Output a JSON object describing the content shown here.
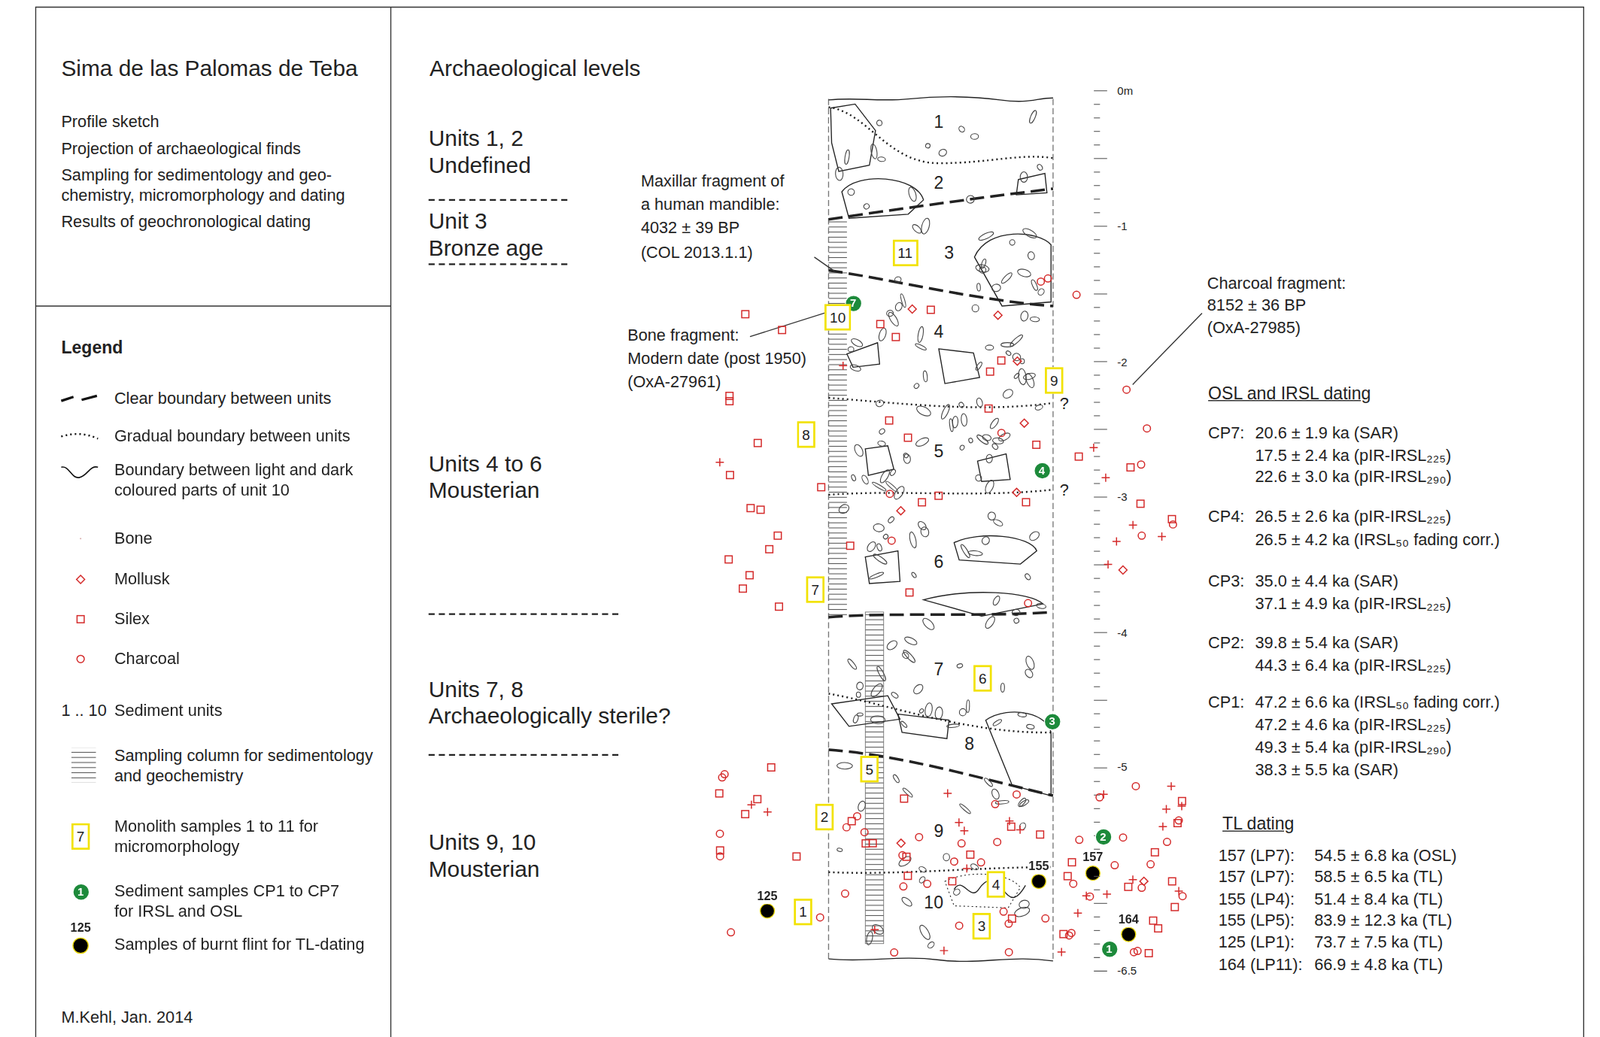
{
  "diagram": {
    "title": "Sima de las Palomas de Teba",
    "nodes": [
      {
        "text": [
          "11"
        ]
      },
      {
        "text": [
          "7"
        ]
      },
      {
        "text": [
          "10"
        ]
      },
      {
        "text": [
          "9"
        ]
      },
      {
        "text": [
          "8"
        ]
      },
      {
        "text": [
          "4"
        ]
      },
      {
        "text": [
          "7"
        ]
      },
      {
        "text": [
          "6"
        ]
      },
      {
        "text": [
          "3"
        ]
      },
      {
        "text": [
          "5"
        ]
      },
      {
        "text": [
          "2"
        ]
      },
      {
        "text": [
          "2"
        ]
      },
      {
        "text": [
          "4"
        ]
      },
      {
        "text": [
          "1"
        ]
      },
      {
        "text": [
          "3"
        ]
      },
      {
        "text": [
          "1"
        ]
      },
      {
        "text": [
          "7"
        ]
      },
      {
        "text": [
          "1"
        ]
      }
    ],
    "labels": [
      "Profile sketch",
      "Projection of archaeological finds",
      "Sampling for sedimentology and geo-",
      "chemistry, micromorphology and dating",
      "Results of geochronological dating",
      "Legend",
      "1 .. 10",
      "125",
      "M.Kehl, Jan. 2014",
      "Archaeological levels",
      "Units 1, 2",
      "Undefined",
      "Unit 3",
      "Bronze age",
      "Units 4 to 6",
      "Mousterian",
      "Units 7, 8",
      "Archaeologically sterile?",
      "Units 9, 10",
      "Mousterian",
      "Maxillar fragment of",
      "a human mandible:",
      "4032 ± 39 BP",
      "(COL 2013.1.1)",
      "Bone fragment:",
      "Modern date (post 1950)",
      "(OxA-27961)",
      "Charcoal fragment:",
      "8152 ± 36 BP",
      "(OxA-27985)",
      "1",
      "2",
      "3",
      "4",
      "5",
      "6",
      "7",
      "8",
      "9",
      "10",
      "?",
      "?",
      "0m",
      "-1",
      "-2",
      "-3",
      "-4",
      "-5",
      "-6.5",
      "125",
      "155",
      "157",
      "164",
      "OSL and IRSL dating",
      "CP7:",
      "20.6 ± 1.9 ka (SAR)",
      "17.5 ± 2.4 ka (pIR-IRSL₂₂₅)",
      "22.6 ± 3.0 ka (pIR-IRSL₂₉₀)",
      "CP4:",
      "26.5 ± 2.6 ka (pIR-IRSL₂₂₅)",
      "26.5 ± 4.2 ka (IRSL₅₀ fading corr.)",
      "CP3:",
      "35.0 ± 4.4 ka (SAR)",
      "37.1 ± 4.9 ka (pIR-IRSL₂₂₅)",
      "CP2:",
      "39.8 ± 5.4 ka (SAR)",
      "44.3 ± 6.4 ka (pIR-IRSL₂₂₅)",
      "CP1:",
      "47.2 ± 6.6 ka (IRSL₅₀ fading corr.)",
      "47.2 ± 4.6 ka (pIR-IRSL₂₂₅)",
      "49.3 ± 5.4 ka (pIR-IRSL₂₉₀)",
      "38.3 ± 5.5 ka (SAR)",
      "TL dating",
      "157 (LP7):",
      "54.5 ± 6.8 ka (OSL)",
      "157 (LP7):",
      "58.5 ± 6.5 ka (TL)",
      "155 (LP4):",
      "51.4 ± 8.4 ka (TL)",
      "155 (LP5):",
      "83.9 ± 12.3 ka (TL)",
      "125 (LP1):",
      "73.7 ± 7.5 ka (TL)",
      "164 (LP11):",
      "66.9 ± 4.8 ka (TL)"
    ],
    "legend": [
      {
        "text": "Clear boundary between units"
      },
      {
        "text": "Gradual boundary between units"
      },
      {
        "text": "Boundary between light and dark coloured parts of unit 10"
      },
      {
        "text": "Bone"
      },
      {
        "text": "Mollusk"
      },
      {
        "text": "Silex"
      },
      {
        "text": "Charcoal"
      },
      {
        "text": "Sediment units"
      },
      {
        "text": "Sampling column for sedimentology and geochemistry"
      },
      {
        "text": "Monolith samples 1 to 11 for micromorphology"
      },
      {
        "text": "Sediment samples CP1 to CP7 for IRSL and OSL"
      },
      {
        "text": "Samples of burnt flint for TL-dating"
      }
    ]
  }
}
